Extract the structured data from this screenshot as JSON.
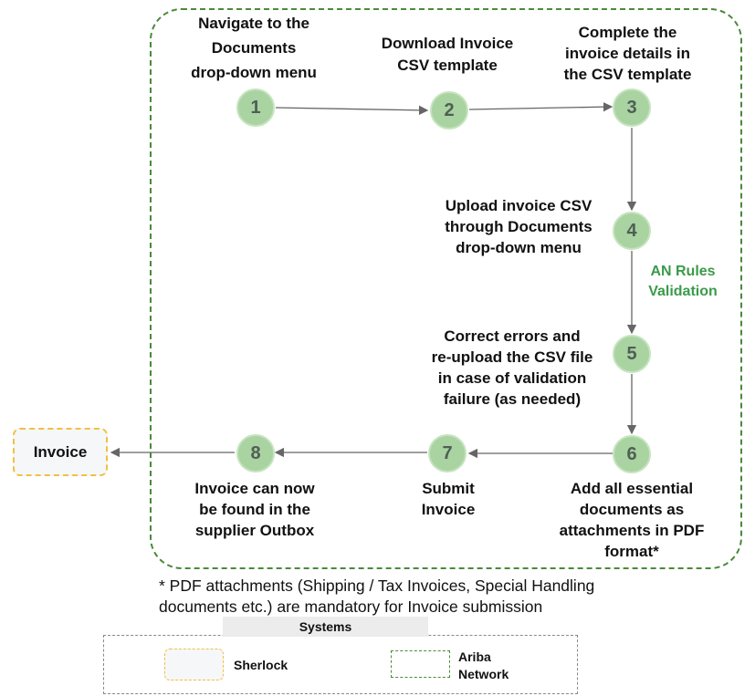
{
  "steps": [
    {
      "number": "1",
      "label": [
        "Navigate to the",
        "Documents",
        "drop-down menu"
      ]
    },
    {
      "number": "2",
      "label": [
        "Download Invoice",
        "CSV template"
      ]
    },
    {
      "number": "3",
      "label": [
        "Complete the",
        "invoice details in",
        "the CSV template"
      ]
    },
    {
      "number": "4",
      "label": [
        "Upload invoice CSV",
        "through Documents",
        "drop-down menu"
      ]
    },
    {
      "number": "5",
      "label": [
        "Correct errors and",
        "re-upload the CSV file",
        "in case of validation",
        "failure (as needed)"
      ]
    },
    {
      "number": "6",
      "label": [
        "Add all essential",
        "documents as",
        "attachments in PDF",
        "format*"
      ]
    },
    {
      "number": "7",
      "label": [
        "Submit",
        "Invoice"
      ]
    },
    {
      "number": "8",
      "label": [
        "Invoice can now",
        "be found in the",
        "supplier Outbox"
      ]
    }
  ],
  "validation_label": [
    "AN Rules",
    "Validation"
  ],
  "invoice_box": "Invoice",
  "footnote": [
    "* PDF attachments (Shipping / Tax Invoices, Special Handling",
    "documents etc.) are mandatory for Invoice submission"
  ],
  "legend": {
    "title": "Systems",
    "sherlock": "Sherlock",
    "ariba": [
      "Ariba",
      "Network"
    ]
  },
  "colors": {
    "circle_fill": "#a9d3a1",
    "number_text": "#4f5f55",
    "ariba_border": "#4a8a3a",
    "sherlock_border": "#f0c040",
    "validation_text": "#3a9a4a"
  }
}
